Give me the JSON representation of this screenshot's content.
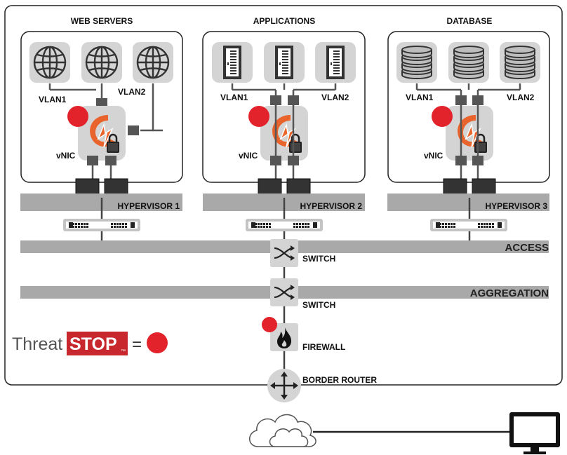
{
  "diagram": {
    "sections": [
      {
        "title": "WEB SERVERS",
        "vlan1": "VLAN1",
        "vlan2": "VLAN2",
        "vnic": "vNIC",
        "server_icon": "globe-icon"
      },
      {
        "title": "APPLICATIONS",
        "vlan1": "VLAN1",
        "vlan2": "VLAN2",
        "vnic": "vNIC",
        "server_icon": "server-tower-icon"
      },
      {
        "title": "DATABASE",
        "vlan1": "VLAN1",
        "vlan2": "VLAN2",
        "vnic": "vNIC",
        "server_icon": "database-icon"
      }
    ],
    "hypervisors": [
      "HYPERVISOR 1",
      "HYPERVISOR 2",
      "HYPERVISOR 3"
    ],
    "layers": {
      "access": "ACCESS",
      "aggregation": "AGGREGATION"
    },
    "devices": {
      "access_switch": "SWITCH",
      "aggregation_switch": "SWITCH",
      "firewall": "FIREWALL",
      "border_router": "BORDER ROUTER"
    },
    "legend": {
      "threat": "Threat",
      "stop": "STOP",
      "tm": "™",
      "equals": "="
    },
    "colors": {
      "threat_dot": "#e3232b",
      "threatstop_brand": "#c8282d",
      "firewall_orange": "#e8642c",
      "band_gray": "#a9a9a9",
      "box_gray": "#d4d4d4",
      "icon_dark": "#333333"
    }
  }
}
